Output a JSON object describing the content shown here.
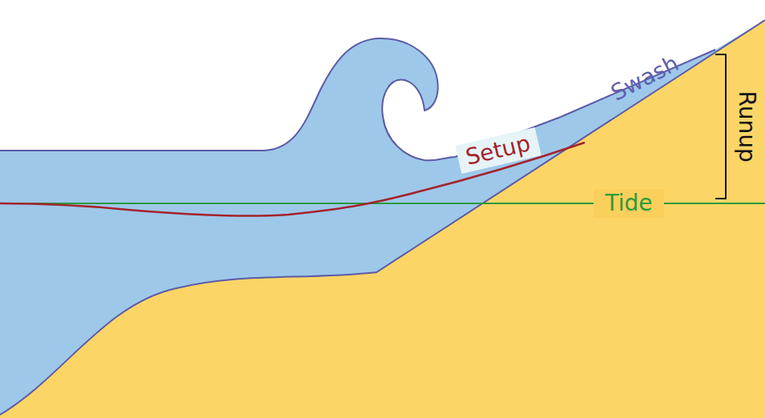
{
  "diagram": {
    "labels": [
      "Swash",
      "Runup",
      "Setup",
      "Tide"
    ]
  }
}
